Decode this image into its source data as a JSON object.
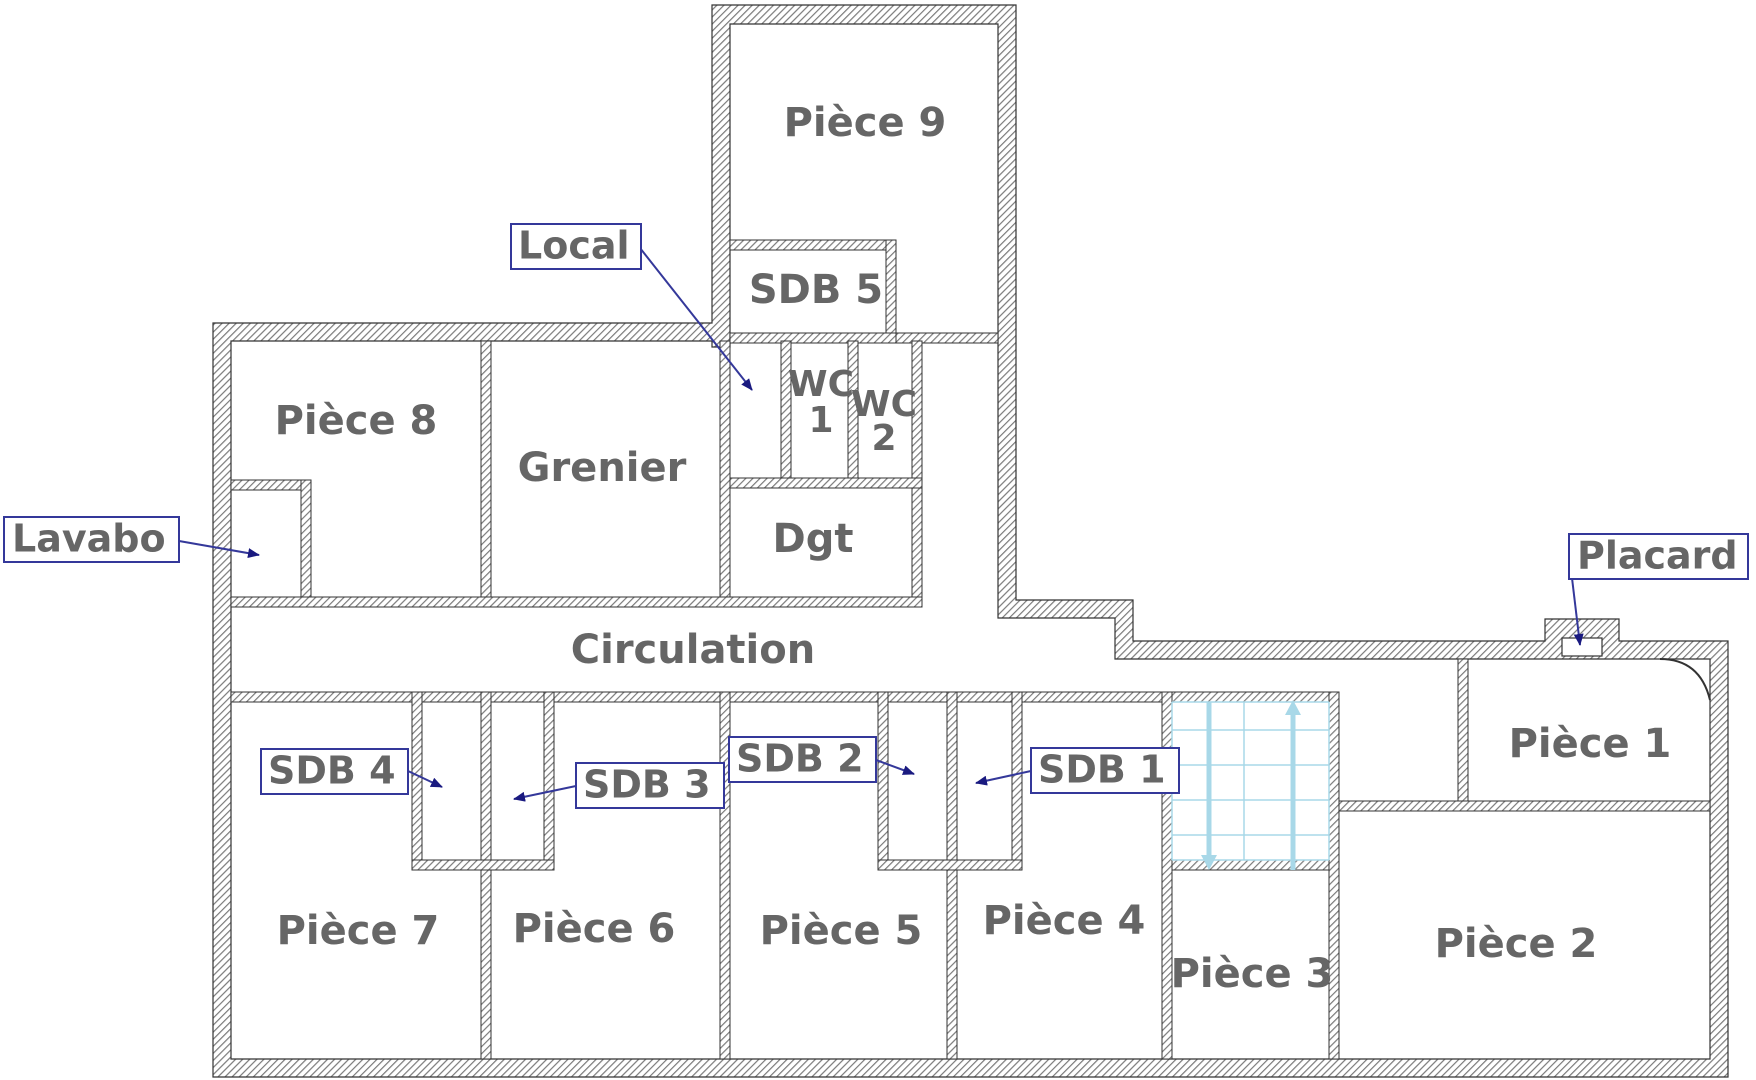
{
  "rooms": {
    "piece9": "Pièce 9",
    "sdb5": "SDB 5",
    "piece8": "Pièce 8",
    "grenier": "Grenier",
    "wc1_a": "WC",
    "wc1_b": "1",
    "wc2_a": "WC",
    "wc2_b": "2",
    "dgt": "Dgt",
    "circulation": "Circulation",
    "piece1": "Pièce 1",
    "piece2": "Pièce 2",
    "piece3": "Pièce 3",
    "piece4": "Pièce 4",
    "piece5": "Pièce 5",
    "piece6": "Pièce 6",
    "piece7": "Pièce 7"
  },
  "callouts": {
    "local": "Local",
    "lavabo": "Lavabo",
    "placard": "Placard",
    "sdb4": "SDB 4",
    "sdb3": "SDB 3",
    "sdb2": "SDB 2",
    "sdb1": "SDB 1"
  },
  "colors": {
    "wall_hatch": "#8a8a8a",
    "label": "#666666",
    "callout": "#34389a",
    "stair": "#a8d8e8"
  }
}
